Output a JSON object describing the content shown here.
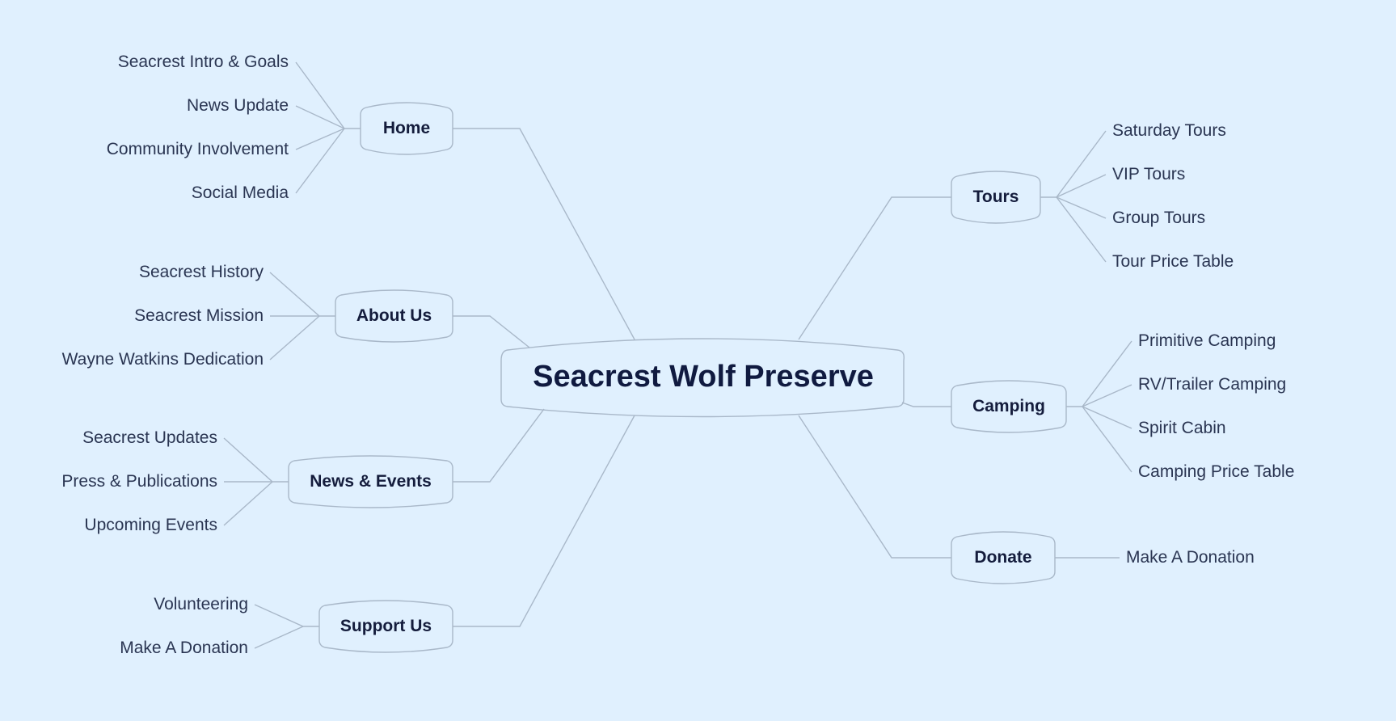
{
  "central": {
    "label": "Seacrest Wolf Preserve"
  },
  "branches": {
    "home": {
      "label": "Home",
      "children": [
        "Seacrest Intro & Goals",
        "News Update",
        "Community Involvement",
        "Social Media"
      ]
    },
    "about": {
      "label": "About Us",
      "children": [
        "Seacrest History",
        "Seacrest Mission",
        "Wayne Watkins Dedication"
      ]
    },
    "news": {
      "label": "News & Events",
      "children": [
        "Seacrest Updates",
        "Press & Publications",
        "Upcoming Events"
      ]
    },
    "support": {
      "label": "Support Us",
      "children": [
        "Volunteering",
        "Make A Donation"
      ]
    },
    "tours": {
      "label": "Tours",
      "children": [
        "Saturday Tours",
        "VIP Tours",
        "Group Tours",
        "Tour Price Table"
      ]
    },
    "camping": {
      "label": "Camping",
      "children": [
        "Primitive Camping",
        "RV/Trailer Camping",
        "Spirit Cabin",
        "Camping Price Table"
      ]
    },
    "donate": {
      "label": "Donate",
      "children": [
        "Make A Donation"
      ]
    }
  },
  "colors": {
    "background": "#e0f0fe",
    "node_fill": "#ffffff",
    "line": "#a9b8c9",
    "central_text": "#101a40",
    "leaf_text": "#2a3552"
  }
}
